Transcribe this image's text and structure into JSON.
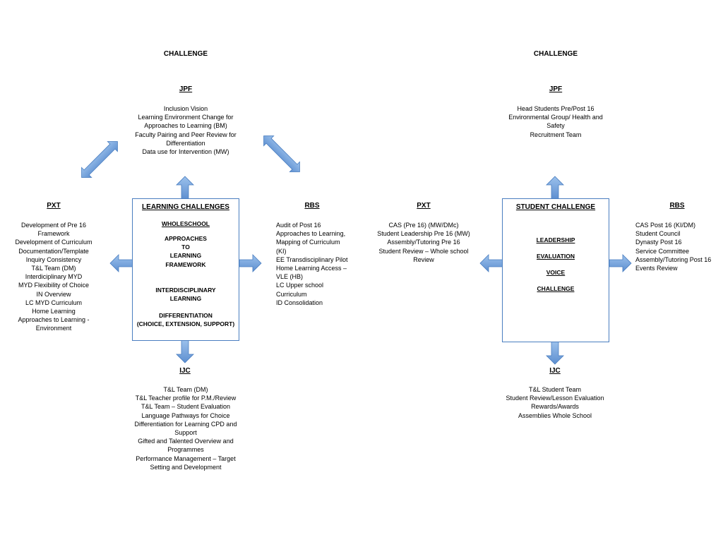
{
  "left": {
    "challenge_title": "CHALLENGE",
    "jpf": {
      "heading": "JPF",
      "items": [
        "Inclusion Vision",
        "Learning Environment Change for",
        "Approaches to Learning (BM)",
        "Faculty Pairing and Peer Review for",
        "Differentiation",
        "Data use for Intervention (MW)"
      ]
    },
    "pxt": {
      "heading": "PXT",
      "items": [
        "Development of Pre 16",
        "Framework",
        "Development of Curriculum",
        "Documentation/Template",
        "Inquiry Consistency",
        "T&L Team (DM)",
        "Interdiciplinary MYD",
        "MYD Flexibility of Choice",
        "IN Overview",
        "LC MYD Curriculum",
        "Home Learning",
        "Approaches to Learning -",
        "Environment"
      ]
    },
    "rbs": {
      "heading": "RBS",
      "items": [
        "Audit of Post 16",
        "Approaches to Learning,",
        "Mapping of Curriculum",
        "(KI)",
        "EE Transdisciplinary Pilot",
        "Home Learning Access –",
        "VLE (HB)",
        "LC Upper school",
        "Curriculum",
        "ID Consolidation"
      ]
    },
    "ijc": {
      "heading": "IJC",
      "items": [
        "T&L Team (DM)",
        "T&L Teacher profile for P.M./Review",
        "T&L Team – Student Evaluation",
        "Language Pathways for Choice",
        "Differentiation for Learning CPD and",
        "Support",
        "Gifted and Talented Overview and",
        "Programmes",
        "Performance Management – Target",
        "Setting and Development"
      ]
    },
    "box": {
      "heading": "LEARNING CHALLENGES",
      "sub": "WHOLESCHOOL",
      "block1": [
        "APPROACHES",
        "TO",
        "LEARNING",
        "FRAMEWORK"
      ],
      "block2": [
        "INTERDISCIPLINARY",
        "LEARNING"
      ],
      "block3": [
        "DIFFERENTIATION",
        "(CHOICE, EXTENSION, SUPPORT)"
      ]
    }
  },
  "right": {
    "challenge_title": "CHALLENGE",
    "jpf": {
      "heading": "JPF",
      "items": [
        "Head Students Pre/Post 16",
        "Environmental Group/ Health and",
        "Safety",
        "Recruitment Team"
      ]
    },
    "pxt": {
      "heading": "PXT",
      "items": [
        "CAS (Pre 16) (MW/DMc)",
        "Student Leadership Pre 16 (MW)",
        "Assembly/Tutoring Pre 16",
        "Student Review – Whole school",
        "Review"
      ]
    },
    "rbs": {
      "heading": "RBS",
      "items": [
        "CAS Post 16 (KI/DM)",
        "Student Council",
        "Dynasty Post 16",
        "Service Committee",
        "Assembly/Tutoring Post 16",
        "Events Review"
      ]
    },
    "ijc": {
      "heading": "IJC",
      "items": [
        "T&L Student Team",
        "Student Review/Lesson Evaluation",
        "Rewards/Awards",
        "Assemblies Whole School"
      ]
    },
    "box": {
      "heading": "STUDENT CHALLENGE",
      "items": [
        "LEADERSHIP",
        "EVALUATION",
        "VOICE",
        "CHALLENGE"
      ]
    }
  },
  "colors": {
    "box_border": "#4a7ec0",
    "arrow_fill": "#6f9fd8",
    "arrow_stroke": "#4a7ec0"
  }
}
